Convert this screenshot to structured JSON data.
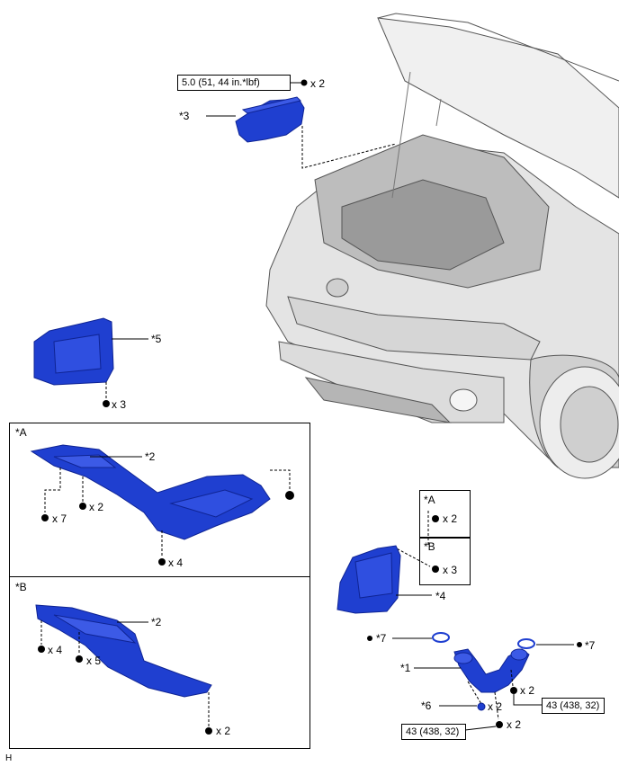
{
  "torque": {
    "reservoir": "5.0 (51, 44 in.*lbf)",
    "pipe_bolt": "43 (438, 32)",
    "pipe_bolt_lower": "43 (438, 32)"
  },
  "callouts": {
    "c1": "*1",
    "c2a": "*2",
    "c2b": "*2",
    "c3": "*3",
    "c4": "*4",
    "c5": "*5",
    "c6": "*6",
    "c7l": "*7",
    "c7r": "*7"
  },
  "boxes": {
    "A": "*A",
    "B": "*B",
    "legend_A": "*A",
    "legend_B": "*B"
  },
  "quantities": {
    "reservoir_bolts": "x 2",
    "cover5_clips": "x 3",
    "a_x7": "x 7",
    "a_x2": "x 2",
    "a_x4": "x 4",
    "b_x4": "x 4",
    "b_x5": "x 5",
    "b_x2": "x 2",
    "legend_a_x2": "x 2",
    "legend_b_x3": "x 3",
    "pipe_x2": "x 2",
    "gasket_x2": "x 2",
    "lower_x2": "x 2"
  },
  "footer": "H",
  "colors": {
    "part": "#1f3fd0",
    "part_dark": "#0f2494",
    "car": "#cfcfcf"
  }
}
